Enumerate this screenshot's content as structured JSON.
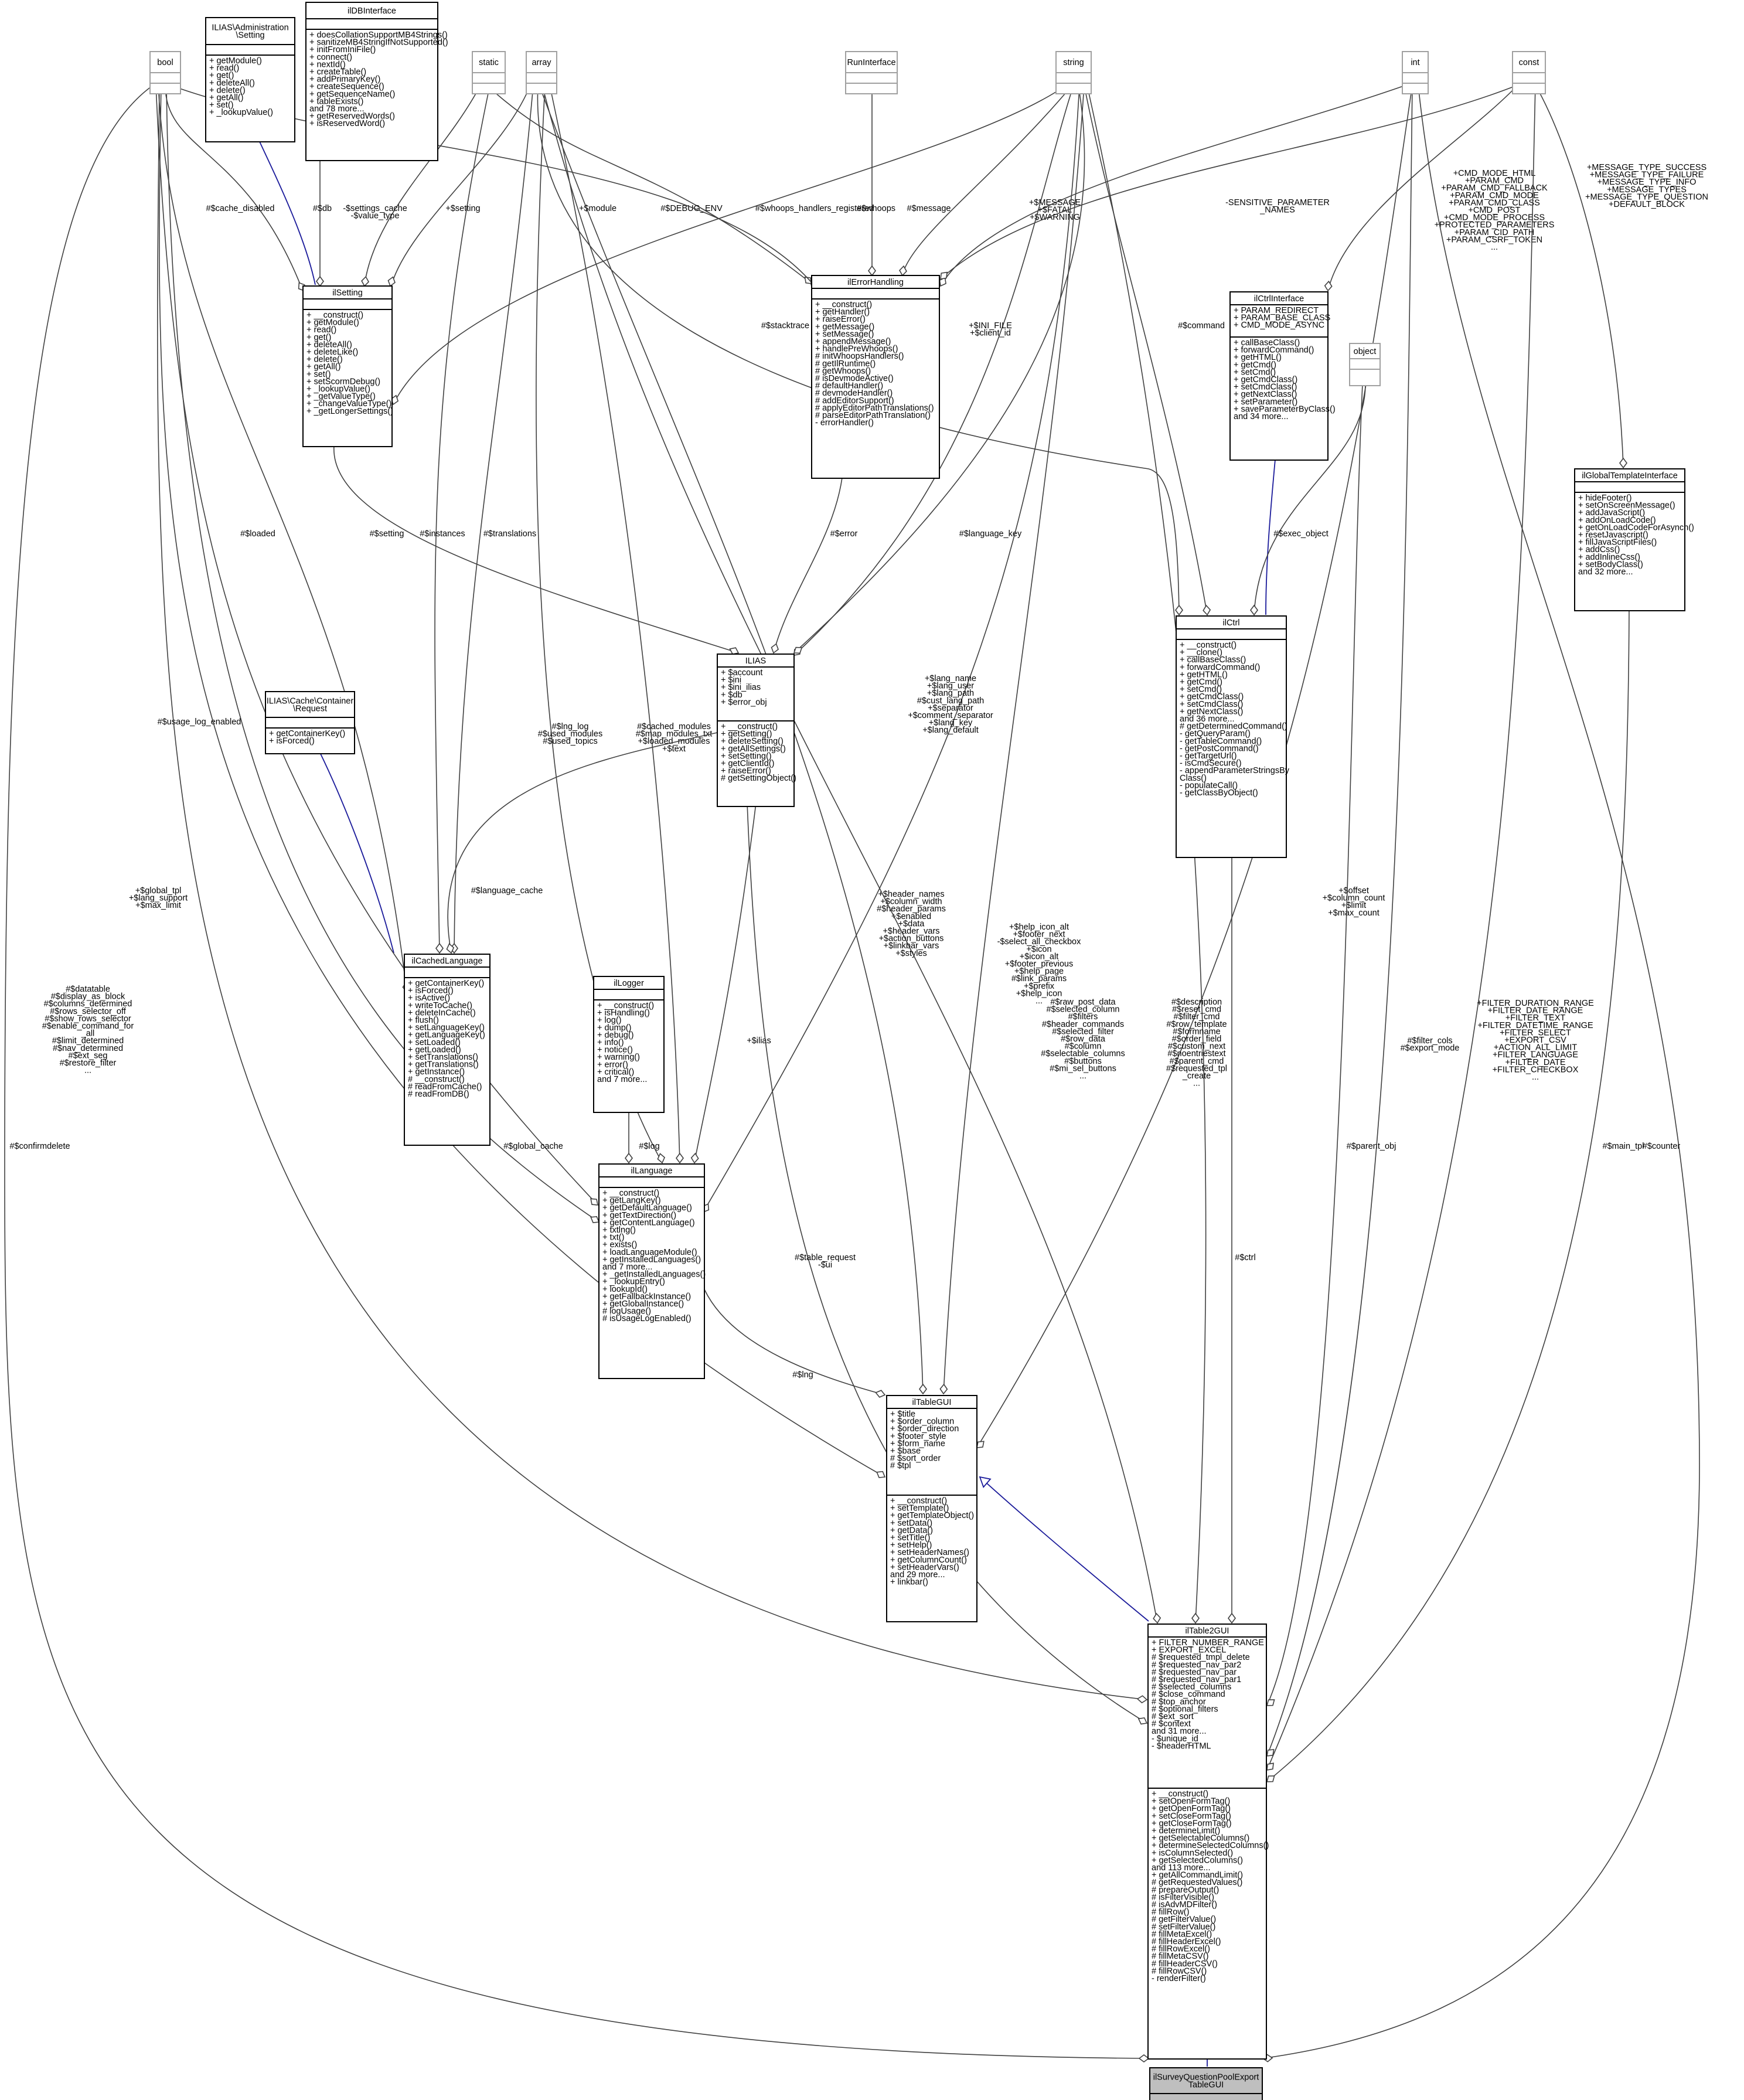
{
  "classes": {
    "bool": {
      "name": [
        "bool"
      ],
      "attrs": [],
      "methods": []
    },
    "admin_setting": {
      "name": [
        "ILIAS\\Administration",
        "\\Setting"
      ],
      "attrs": [],
      "methods": [
        "+ getModule()",
        "+ read()",
        "+ get()",
        "+ deleteAll()",
        "+ delete()",
        "+ getAll()",
        "+ set()",
        "+ _lookupValue()"
      ]
    },
    "dbinterface": {
      "name": [
        "ilDBInterface"
      ],
      "attrs": [],
      "methods": [
        "+ doesCollationSupportMB4Strings()",
        "+ sanitizeMB4StringIfNotSupported()",
        "+ initFromIniFile()",
        "+ connect()",
        "+ nextId()",
        "+ createTable()",
        "+ addPrimaryKey()",
        "+ createSequence()",
        "+ getSequenceName()",
        "+ tableExists()",
        "and 78 more...",
        "+ getReservedWords()",
        "+ isReservedWord()"
      ]
    },
    "static": {
      "name": [
        "static"
      ],
      "attrs": [],
      "methods": []
    },
    "array": {
      "name": [
        "array"
      ],
      "attrs": [],
      "methods": []
    },
    "runinterface": {
      "name": [
        "RunInterface"
      ],
      "attrs": [],
      "methods": []
    },
    "string": {
      "name": [
        "string"
      ],
      "attrs": [],
      "methods": []
    },
    "int": {
      "name": [
        "int"
      ],
      "attrs": [],
      "methods": []
    },
    "const": {
      "name": [
        "const"
      ],
      "attrs": [],
      "methods": []
    },
    "ilsetting": {
      "name": [
        "ilSetting"
      ],
      "attrs": [],
      "methods": [
        "+ __construct()",
        "+ getModule()",
        "+ read()",
        "+ get()",
        "+ deleteAll()",
        "+ deleteLike()",
        "+ delete()",
        "+ getAll()",
        "+ set()",
        "+ setScormDebug()",
        "+ _lookupValue()",
        "+ _getValueType()",
        "+ _changeValueType()",
        "+ _getLongerSettings()"
      ]
    },
    "ilerrorhandling": {
      "name": [
        "ilErrorHandling"
      ],
      "attrs": [],
      "methods": [
        "+ __construct()",
        "+ getHandler()",
        "+ raiseError()",
        "+ getMessage()",
        "+ setMessage()",
        "+ appendMessage()",
        "+ handlePreWhoops()",
        "# initWhoopsHandlers()",
        "# getIlRuntime()",
        "# getWhoops()",
        "# isDevmodeActive()",
        "# defaultHandler()",
        "# devmodeHandler()",
        "# addEditorSupport()",
        "# applyEditorPathTranslations()",
        "# parseEditorPathTranslation()",
        "- errorHandler()"
      ]
    },
    "ilctrlinterface": {
      "name": [
        "ilCtrlInterface"
      ],
      "attrs": [
        "+ PARAM_REDIRECT",
        "+ PARAM_BASE_CLASS",
        "+ CMD_MODE_ASYNC"
      ],
      "methods": [
        "+ callBaseClass()",
        "+ forwardCommand()",
        "+ getHTML()",
        "+ getCmd()",
        "+ setCmd()",
        "+ getCmdClass()",
        "+ setCmdClass()",
        "+ getNextClass()",
        "+ setParameter()",
        "+ saveParameterByClass()",
        "and 34 more..."
      ]
    },
    "object": {
      "name": [
        "object"
      ],
      "attrs": [],
      "methods": []
    },
    "ilglobaltemplateinterface": {
      "name": [
        "ilGlobalTemplateInterface"
      ],
      "attrs": [],
      "methods": [
        "+ hideFooter()",
        "+ setOnScreenMessage()",
        "+ addJavaScript()",
        "+ addOnLoadCode()",
        "+ getOnLoadCodeForAsynch()",
        "+ resetJavascript()",
        "+ fillJavaScriptFiles()",
        "+ addCss()",
        "+ addInlineCss()",
        "+ setBodyClass()",
        "and 32 more..."
      ]
    },
    "ilctrl": {
      "name": [
        "ilCtrl"
      ],
      "attrs": [],
      "methods": [
        "+ __construct()",
        "+ __clone()",
        "+ callBaseClass()",
        "+ forwardCommand()",
        "+ getHTML()",
        "+ getCmd()",
        "+ setCmd()",
        "+ getCmdClass()",
        "+ setCmdClass()",
        "+ getNextClass()",
        "and 36 more...",
        "# getDeterminedCommand()",
        "- getQueryParam()",
        "- getTableCommand()",
        "- getPostCommand()",
        "- getTargetUrl()",
        "- isCmdSecure()",
        "- appendParameterStringsBy",
        "Class()",
        "- populateCall()",
        "- getClassByObject()"
      ]
    },
    "ilias": {
      "name": [
        "ILIAS"
      ],
      "attrs": [
        "+ $account",
        "+ $ini",
        "+ $ini_ilias",
        "+ $db",
        "+ $error_obj"
      ],
      "methods": [
        "+ __construct()",
        "+ getSetting()",
        "+ deleteSetting()",
        "+ getAllSettings()",
        "+ setSetting()",
        "+ getClientId()",
        "+ raiseError()",
        "# getSettingObject()"
      ]
    },
    "containerrequest": {
      "name": [
        "ILIAS\\Cache\\Container",
        "\\Request"
      ],
      "attrs": [],
      "methods": [
        "+ getContainerKey()",
        "+ isForced()"
      ]
    },
    "ilcachedlanguage": {
      "name": [
        "ilCachedLanguage"
      ],
      "attrs": [],
      "methods": [
        "+ getContainerKey()",
        "+ isForced()",
        "+ isActive()",
        "+ writeToCache()",
        "+ deleteInCache()",
        "+ flush()",
        "+ setLanguageKey()",
        "+ getLanguageKey()",
        "+ setLoaded()",
        "+ getLoaded()",
        "+ setTranslations()",
        "+ getTranslations()",
        "+ getInstance()",
        "# __construct()",
        "# readFromCache()",
        "# readFromDB()"
      ]
    },
    "illogger": {
      "name": [
        "ilLogger"
      ],
      "attrs": [],
      "methods": [
        "+ __construct()",
        "+ isHandling()",
        "+ log()",
        "+ dump()",
        "+ debug()",
        "+ info()",
        "+ notice()",
        "+ warning()",
        "+ error()",
        "+ critical()",
        "and 7 more..."
      ]
    },
    "illanguage": {
      "name": [
        "ilLanguage"
      ],
      "attrs": [],
      "methods": [
        "+ __construct()",
        "+ getLangKey()",
        "+ getDefaultLanguage()",
        "+ getTextDirection()",
        "+ getContentLanguage()",
        "+ txtlng()",
        "+ txt()",
        "+ exists()",
        "+ loadLanguageModule()",
        "+ getInstalledLanguages()",
        "and 7 more...",
        "+ _getInstalledLanguages()",
        "+ _lookupEntry()",
        "+ lookupId()",
        "+ getFallbackInstance()",
        "+ getGlobalInstance()",
        "# logUsage()",
        "# isUsageLogEnabled()"
      ]
    },
    "iltablegui": {
      "name": [
        "ilTableGUI"
      ],
      "attrs": [
        "+ $title",
        "+ $order_column",
        "+ $order_direction",
        "+ $footer_style",
        "+ $form_name",
        "+ $base",
        "# $sort_order",
        "# $tpl"
      ],
      "methods": [
        "+ __construct()",
        "+ setTemplate()",
        "+ getTemplateObject()",
        "+ setData()",
        "+ getData()",
        "+ setTitle()",
        "+ setHelp()",
        "+ setHeaderNames()",
        "+ getColumnCount()",
        "+ setHeaderVars()",
        "and 29 more...",
        "+ linkbar()"
      ]
    },
    "iltable2gui": {
      "name": [
        "ilTable2GUI"
      ],
      "attrs": [
        "+ FILTER_NUMBER_RANGE",
        "+ EXPORT_EXCEL",
        "# $requested_tmpl_delete",
        "# $requested_nav_par2",
        "# $requested_nav_par",
        "# $requested_nav_par1",
        "# $selected_columns",
        "# $close_command",
        "# $top_anchor",
        "# $optional_filters",
        "# $ext_sort",
        "# $context",
        "and 31 more...",
        "- $unique_id",
        "- $headerHTML"
      ],
      "methods": [
        "+ __construct()",
        "+ setOpenFormTag()",
        "+ getOpenFormTag()",
        "+ setCloseFormTag()",
        "+ getCloseFormTag()",
        "+ determineLimit()",
        "+ getSelectableColumns()",
        "+ determineSelectedColumns()",
        "+ isColumnSelected()",
        "+ getSelectedColumns()",
        "and 113 more...",
        "+ getAllCommandLimit()",
        "# getRequestedValues()",
        "# prepareOutput()",
        "# isFilterVisible()",
        "# isAdvMDFilter()",
        "# fillRow()",
        "# getFilterValue()",
        "# setFilterValue()",
        "# fillMetaExcel()",
        "# fillHeaderExcel()",
        "# fillRowExcel()",
        "# fillMetaCSV()",
        "# fillHeaderCSV()",
        "# fillRowCSV()",
        "- renderFilter()"
      ]
    },
    "target": {
      "name": [
        "ilSurveyQuestionPoolExport",
        "TableGUI"
      ],
      "attrs": [],
      "methods": [
        "+ __construct()",
        "# fillRow()"
      ]
    }
  },
  "edge_labels": {
    "cache_disabled": [
      "#$cache_disabled"
    ],
    "db": [
      "#$db"
    ],
    "settings_cache": [
      "-$settings_cache",
      "-$value_type"
    ],
    "setting_plus": [
      "+$setting"
    ],
    "module": [
      "+$module"
    ],
    "debug_env": [
      "#$DEBUG_ENV"
    ],
    "whoops_reg": [
      "#$whoops_handlers_registered"
    ],
    "whoops": [
      "#$whoops"
    ],
    "message": [
      "#$message"
    ],
    "message_fatal": [
      "+$MESSAGE",
      "+$FATAL",
      "+$WARNING"
    ],
    "sensitive": [
      "-SENSITIVE_PARAMETER",
      "_NAMES"
    ],
    "cmd_modes": [
      "+CMD_MODE_HTML",
      "+PARAM_CMD",
      "+PARAM_CMD_FALLBACK",
      "+PARAM_CMD_MODE",
      "+PARAM_CMD_CLASS",
      "+CMD_POST",
      "+CMD_MODE_PROCESS",
      "+PROTECTED_PARAMETERS",
      "+PARAM_CID_PATH",
      "+PARAM_CSRF_TOKEN",
      "..."
    ],
    "msg_types": [
      "+MESSAGE_TYPE_SUCCESS",
      "+MESSAGE_TYPE_FAILURE",
      "+MESSAGE_TYPE_INFO",
      "+MESSAGE_TYPES",
      "+MESSAGE_TYPE_QUESTION",
      "+DEFAULT_BLOCK"
    ],
    "stacktrace": [
      "#$stacktrace"
    ],
    "ini_file": [
      "+$INI_FILE",
      "+$client_id"
    ],
    "command": [
      "#$command"
    ],
    "loaded": [
      "#$loaded"
    ],
    "setting_hash": [
      "#$setting"
    ],
    "instances": [
      "#$instances"
    ],
    "translations": [
      "#$translations"
    ],
    "error": [
      "#$error"
    ],
    "language_key": [
      "#$language_key"
    ],
    "exec_object": [
      "#$exec_object"
    ],
    "usage_log": [
      "#$usage_log_enabled"
    ],
    "lang_name": [
      "+$lang_name",
      "+$lang_user",
      "+$lang_path",
      "#$cust_lang_path",
      "+$separator",
      "+$comment_separator",
      "+$lang_key",
      "+$lang_default"
    ],
    "lng_log": [
      "#$lng_log",
      "#$used_modules",
      "#$used_topics"
    ],
    "cached_modules": [
      "#$cached_modules",
      "#$map_modules_txt",
      "+$loaded_modules",
      "+$text"
    ],
    "language_cache": [
      "#$language_cache"
    ],
    "global_tpl": [
      "+$global_tpl",
      "+$lang_support",
      "+$max_limit"
    ],
    "header_names": [
      "+$header_names",
      "+$column_width",
      "#$header_params",
      "+$enabled",
      "+$data",
      "+$header_vars",
      "+$action_buttons",
      "+$linkbar_vars",
      "+$styles"
    ],
    "help_icon": [
      "+$help_icon_alt",
      "+$footer_next",
      "-$select_all_checkbox",
      "+$icon",
      "+$icon_alt",
      "+$footer_previous",
      "+$help_page",
      "#$link_params",
      "+$prefix",
      "+$help_icon",
      "..."
    ],
    "offset": [
      "+$offset",
      "+$column_count",
      "+$limit",
      "+$max_count"
    ],
    "ilias_link": [
      "+$ilias"
    ],
    "datatable": [
      "#$datatable",
      "#$display_as_block",
      "#$columns_determined",
      "#$rows_selector_off",
      "#$show_rows_selector",
      "#$enable_command_for",
      "_all",
      "#$limit_determined",
      "#$nav_determined",
      "#$ext_seg",
      "#$restore_filter",
      "..."
    ],
    "raw_post": [
      "#$raw_post_data",
      "#$selected_column",
      "#$filters",
      "#$header_commands",
      "#$selected_filter",
      "#$row_data",
      "#$column",
      "#$selectable_columns",
      "#$buttons",
      "#$mi_sel_buttons",
      "..."
    ],
    "description": [
      "#$description",
      "#$reset_cmd",
      "#$filter_cmd",
      "#$row_template",
      "#$formname",
      "#$order_field",
      "#$custom_next",
      "#$noentriestext",
      "#$parent_cmd",
      "#$requested_tpl",
      "_create",
      "..."
    ],
    "filter_duration": [
      "+FILTER_DURATION_RANGE",
      "+FILTER_DATE_RANGE",
      "+FILTER_TEXT",
      "+FILTER_DATETIME_RANGE",
      "+FILTER_SELECT",
      "+EXPORT_CSV",
      "+ACTION_ALL_LIMIT",
      "+FILTER_LANGUAGE",
      "+FILTER_DATE",
      "+FILTER_CHECKBOX",
      "..."
    ],
    "global_cache": [
      "#$global_cache"
    ],
    "log": [
      "#$log"
    ],
    "table_request": [
      "#$table_request",
      "-$ui"
    ],
    "lng": [
      "#$lng"
    ],
    "ctrl": [
      "#$ctrl"
    ],
    "parent_obj": [
      "#$parent_obj"
    ],
    "filter_cols": [
      "#$filter_cols",
      "#$export_mode"
    ],
    "main_tpl": [
      "#$main_tpl"
    ],
    "counter": [
      "#$counter"
    ],
    "confirmdelete": [
      "#$confirmdelete"
    ]
  }
}
